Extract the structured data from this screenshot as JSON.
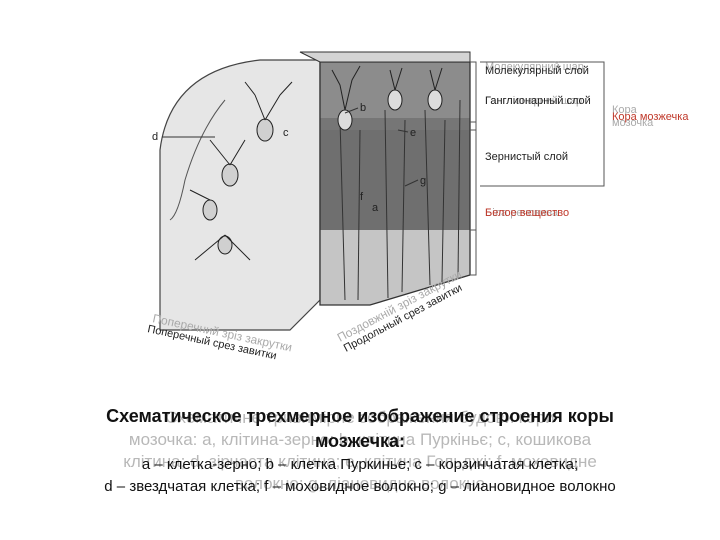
{
  "figure": {
    "layers": {
      "molecular": "Молекулярный слой",
      "ganglionic": "Ганглионарный слой",
      "granular": "Зернистый слой",
      "white_matter": "Белое вещество",
      "cortex": "Кора мозжечка"
    },
    "ghost_labels": {
      "molecular": "Молекулярний шар",
      "ganglionic": "Гангліонарний шар",
      "white_matter": "Біла речовина",
      "cortex_1": "Кора",
      "cortex_2": "мозочка"
    },
    "letters": {
      "a": "a",
      "b": "b",
      "c": "c",
      "d": "d",
      "e": "e",
      "f": "f",
      "g": "g"
    },
    "sections": {
      "transverse": "Поперечный срез завитки",
      "transverse_ghost": "Поперечний зріз закрутки",
      "longitudinal": "Продольный срез завитки",
      "longitudinal_ghost": "Поздовжній зріз закрутки"
    }
  },
  "caption": {
    "title_line1": "Схематическое трехмерное изображение строения коры",
    "title_line2": "мозжечка:",
    "body_line1": "а – клетка-зерно; b – клетка Пуркинье; c – корзинчатая клетка;",
    "body_line2": "d – звездчатая клетка; f – моховидное волокно; g – лиановидное волокно"
  },
  "ghost_caption": {
    "line1": "Схематичне тривимірне зображення будови кори",
    "line2": "мозочка: а, клітина-зерно; b, клітина Пуркіньє; с, кошикова",
    "line3": "клітина; d, зірчаста клітина; е, клітина Гольджі; f, моховидне",
    "line4": "волокно; g, ліановидне волокно"
  },
  "colors": {
    "cortex_dark": "#7c7c7c",
    "cortex_mid": "#9a9a9a",
    "white_matter": "#c8c8c8",
    "side_face": "#e4e4e4",
    "bracket": "#555555"
  }
}
